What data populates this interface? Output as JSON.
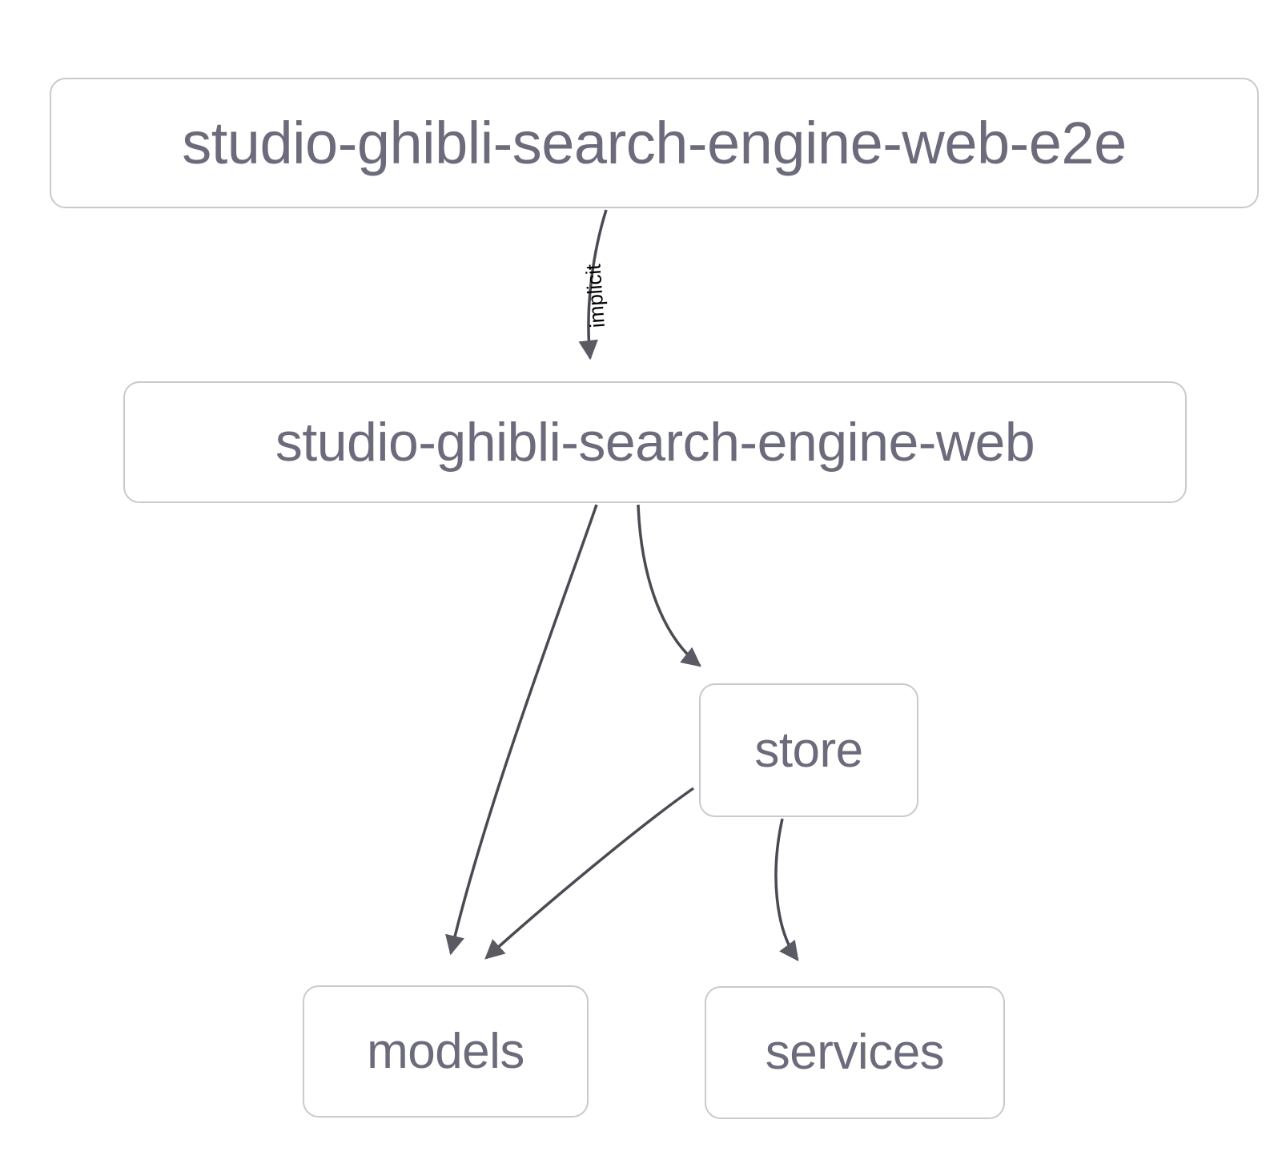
{
  "diagram": {
    "type": "dependency-graph",
    "title": "",
    "background_color": "#ffffff",
    "node_border_color": "#c9c9cf",
    "node_text_color": "#6b6b7b",
    "edge_color": "#4a4a52",
    "edge_label_color": "#000000",
    "nodes": [
      {
        "id": "e2e",
        "label": "studio-ghibli-search-engine-web-e2e"
      },
      {
        "id": "web",
        "label": "studio-ghibli-search-engine-web"
      },
      {
        "id": "store",
        "label": "store"
      },
      {
        "id": "models",
        "label": "models"
      },
      {
        "id": "services",
        "label": "services"
      }
    ],
    "edges": [
      {
        "from": "e2e",
        "to": "web",
        "label": "implicit"
      },
      {
        "from": "web",
        "to": "models",
        "label": ""
      },
      {
        "from": "web",
        "to": "store",
        "label": ""
      },
      {
        "from": "store",
        "to": "models",
        "label": ""
      },
      {
        "from": "store",
        "to": "services",
        "label": ""
      }
    ]
  }
}
